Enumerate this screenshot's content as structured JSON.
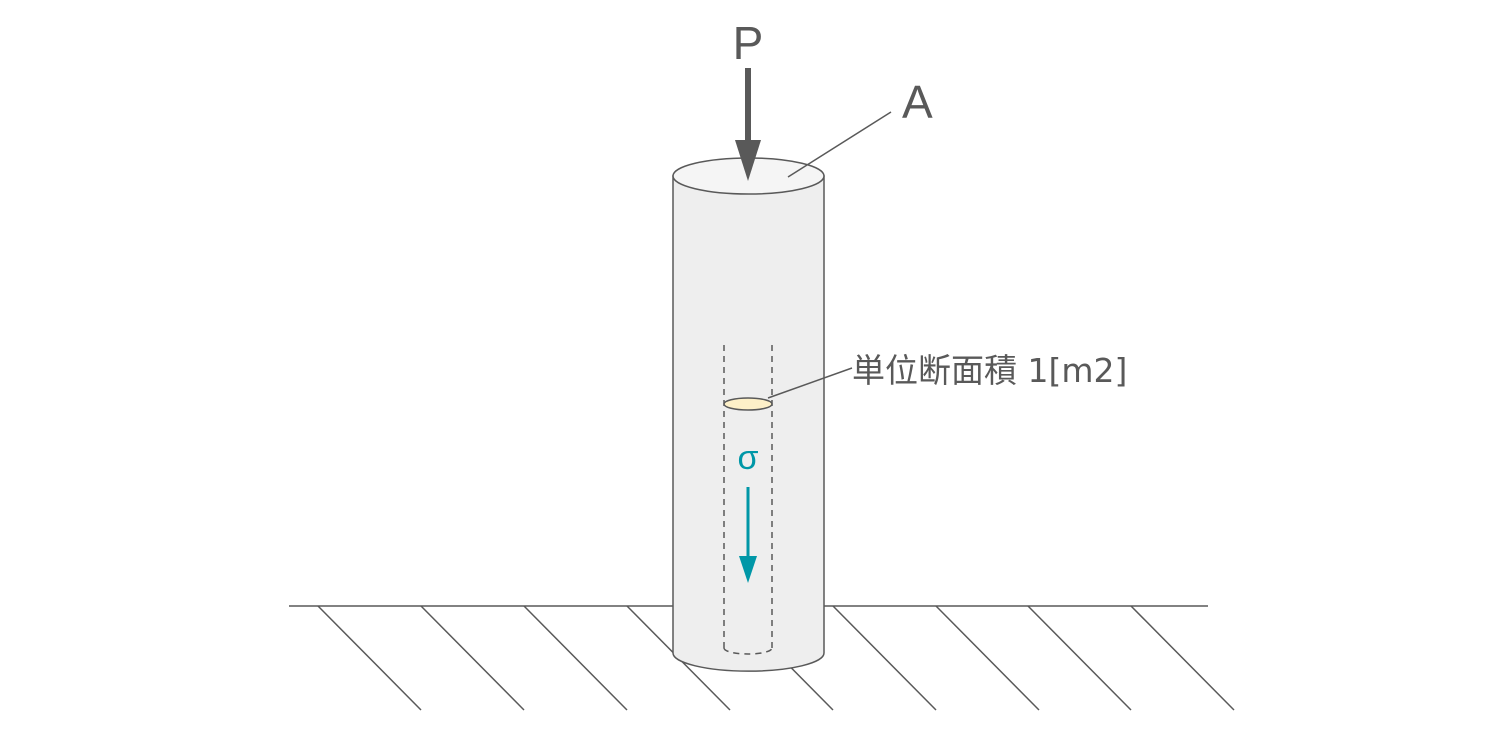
{
  "labels": {
    "force": "P",
    "area": "A",
    "stress": "σ",
    "unit_area": "単位断面積 1[m2]"
  },
  "colors": {
    "line": "#595959",
    "column_fill": "#eeeeee",
    "top_fill": "#f5f5f5",
    "unit_area_fill": "#fdf0c8",
    "stress_color": "#0097a7"
  }
}
